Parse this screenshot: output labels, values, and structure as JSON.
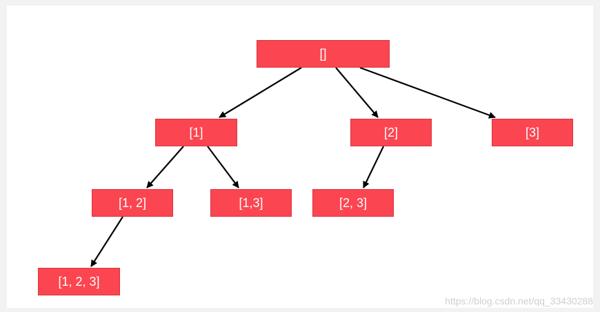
{
  "diagram": {
    "nodes": [
      {
        "id": "root",
        "label": "[]"
      },
      {
        "id": "n1",
        "label": "[1]"
      },
      {
        "id": "n2",
        "label": "[2]"
      },
      {
        "id": "n3",
        "label": "[3]"
      },
      {
        "id": "n12",
        "label": "[1, 2]"
      },
      {
        "id": "n13",
        "label": "[1,3]"
      },
      {
        "id": "n23",
        "label": "[2, 3]"
      },
      {
        "id": "n123",
        "label": "[1, 2, 3]"
      }
    ],
    "edges": [
      {
        "from": "root",
        "to": "n1"
      },
      {
        "from": "root",
        "to": "n2"
      },
      {
        "from": "root",
        "to": "n3"
      },
      {
        "from": "n1",
        "to": "n12"
      },
      {
        "from": "n1",
        "to": "n13"
      },
      {
        "from": "n2",
        "to": "n23"
      },
      {
        "from": "n12",
        "to": "n123"
      }
    ],
    "colors": {
      "node_fill": "#fb4550",
      "node_border": "#d8343d",
      "node_text": "#ffffff",
      "edge": "#000000"
    }
  },
  "watermark": "https://blog.csdn.net/qq_33430288"
}
